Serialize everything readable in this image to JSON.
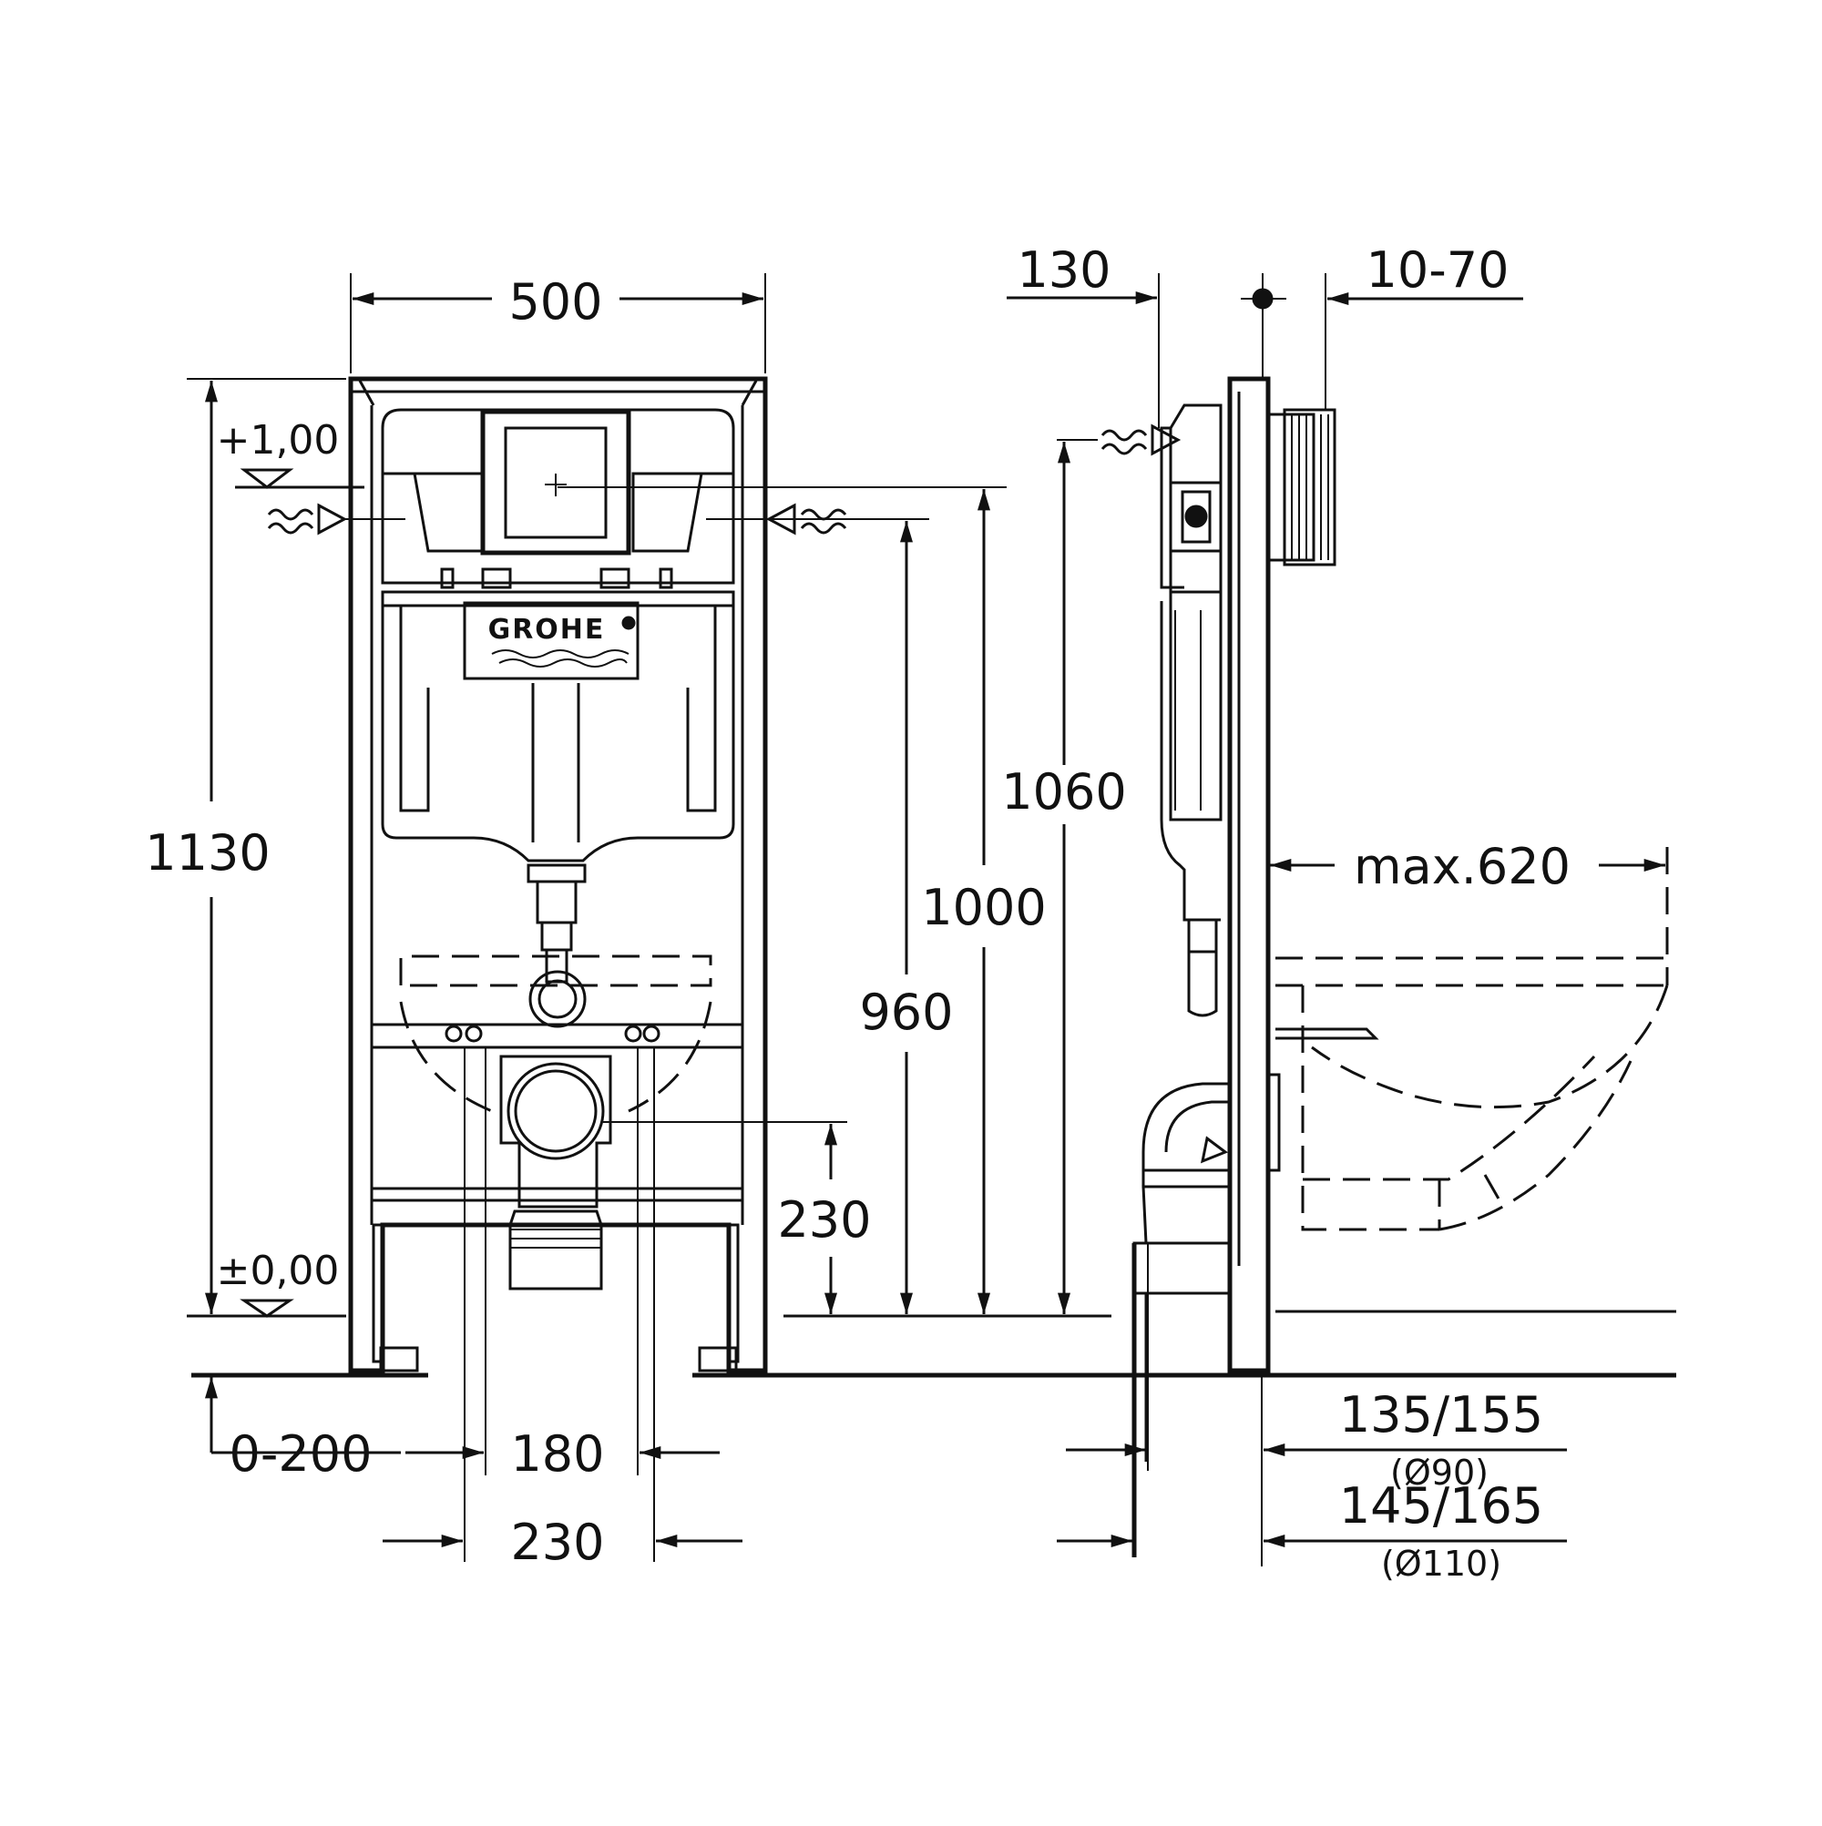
{
  "brand": {
    "logo_text": "GROHE"
  },
  "front_view": {
    "width_total": "500",
    "height_total": "1130",
    "level_top": "+1,00",
    "level_floor": "±0,00",
    "height_1000": "1000",
    "height_960": "960",
    "height_230": "230",
    "adjust_range": "0-200",
    "distance_180": "180",
    "distance_230": "230"
  },
  "side_view": {
    "depth_130": "130",
    "depth_10_70": "10-70",
    "height_1060": "1060",
    "max_620": "max.620",
    "pipe_135_155": "135/155",
    "pipe_d90": "(Ø90)",
    "pipe_145_165": "145/165",
    "pipe_d110": "(Ø110)"
  }
}
